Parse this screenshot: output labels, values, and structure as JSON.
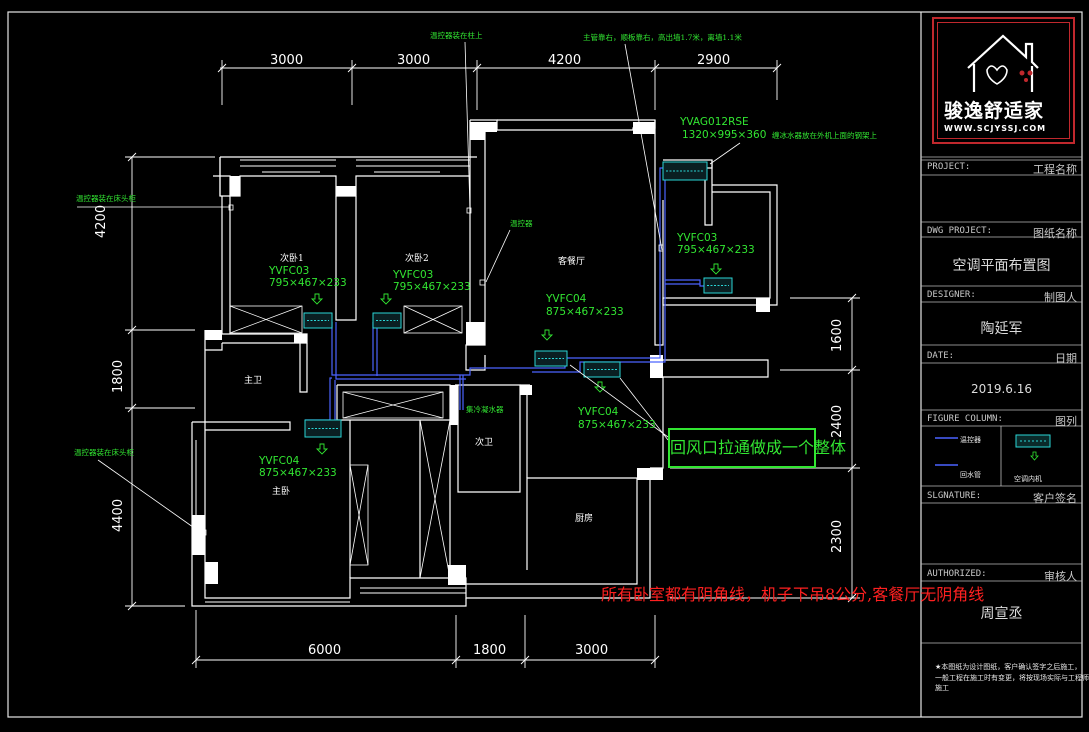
{
  "drawing": {
    "dimensions_top": [
      "3000",
      "3000",
      "4200",
      "2900"
    ],
    "dimensions_bottom": [
      "6000",
      "1800",
      "3000"
    ],
    "dimensions_left": [
      "4200",
      "1800",
      "4400"
    ],
    "dimensions_right": [
      "1600",
      "2400",
      "2300"
    ],
    "rooms": {
      "bedroom1": "次卧1",
      "bedroom2": "次卧2",
      "living": "客餐厅",
      "master_bath": "主卫",
      "guest_bath": "次卫",
      "master": "主卧",
      "kitchen": "厨房"
    },
    "units": [
      {
        "model": "YVFC03",
        "size": "795×467×233"
      },
      {
        "model": "YVFC03",
        "size": "795×467×233"
      },
      {
        "model": "YVFC04",
        "size": "875×467×233"
      },
      {
        "model": "YVFC03",
        "size": "795×467×233"
      },
      {
        "model": "YVFC04",
        "size": "875×467×233"
      },
      {
        "model": "YVFC04",
        "size": "875×467×233"
      }
    ],
    "outdoor_unit": {
      "model": "YVAG012RSE",
      "size": "1320×995×360"
    },
    "annotations": {
      "thermostat_top": "温控器装在柱上",
      "main_pipe": "主管靠右，顺板靠右，高出墙1.7米，离墙1.1米",
      "outdoor_note": "缠冰水器放在外机上面的钢架上",
      "thermostat_right": "温控器",
      "thermostat_left_top": "温控器装在床头柜",
      "thermostat_left_bottom": "温控器装在床头柜",
      "condensate": "集冷凝水器"
    },
    "callout": "回风口拉通做成一个整体",
    "red_note": "所有卧室都有阴角线，机子下吊8公分,客餐厅无阴角线"
  },
  "title_block": {
    "logo_text": "骏逸舒适家",
    "logo_url": "WWW.SCJYSSJ.COM",
    "fields": [
      {
        "label": "PROJECT:",
        "label_cn": "工程名称",
        "value": ""
      },
      {
        "label": "DWG PROJECT:",
        "label_cn": "图纸名称",
        "value": "空调平面布置图"
      },
      {
        "label": "DESIGNER:",
        "label_cn": "制图人",
        "value": "陶延军"
      },
      {
        "label": "DATE:",
        "label_cn": "日期",
        "value": "2019.6.16"
      },
      {
        "label": "FIGURE COLUMN:",
        "label_cn": "图列",
        "value": ""
      },
      {
        "label": "SLGNATURE:",
        "label_cn": "客户签名",
        "value": ""
      },
      {
        "label": "AUTHORIZED:",
        "label_cn": "审核人",
        "value": "周宣丞"
      }
    ],
    "legend": {
      "thermostat": "温控器",
      "pipe": "回水管",
      "indoor_unit": "空调内机"
    },
    "notes": [
      "★本图纸为设计图纸，客户确认签字之后施工，",
      "一般工程在施工时有变更，将按现场实际与工程师施工"
    ]
  },
  "colors": {
    "wall": "#ffffff",
    "text_green": "#32e632",
    "pipe": "#4b63ff",
    "red": "#ff2020",
    "dim": "#ffffff"
  }
}
